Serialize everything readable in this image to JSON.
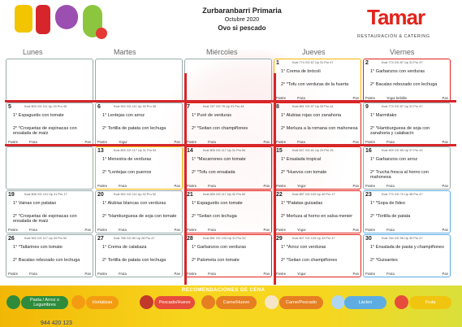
{
  "header": {
    "school": "Zurbaranbarri Primaria",
    "month": "Octubre 2020",
    "menu_type": "Ovo si pescado"
  },
  "brand": {
    "name": "Tamar",
    "tagline": "RESTAURACIÓN & CATERING",
    "color": "#e2231a"
  },
  "days": [
    "Lunes",
    "Martes",
    "Miércoles",
    "Jueves",
    "Viernes"
  ],
  "entries": [
    {
      "day": "1",
      "nutrition": "Kcal 774  GG 87  Up 31  Pro 47",
      "first": "1° Crema de brócoli",
      "second": "2° *Tofu con verduras de la huerta",
      "foot": [
        "Postre",
        "Fruta",
        "Pan"
      ]
    },
    {
      "day": "2",
      "nutrition": "Kcal 774  GG 87  Up 31  Pro 47",
      "first": "1° Garbanzos con verduras",
      "second": "2° Bacalao rebozado con lechuga",
      "foot": [
        "Postre",
        "Yogur bebible",
        "Pan"
      ]
    },
    {
      "day": "5",
      "nutrition": "Kcal 809  GG 111  Up 33  Pro 45",
      "first": "1° Espaguetis con tomate",
      "second": "2° *Croquetas de espinacas con ensalada de maíz",
      "foot": [
        "Postre",
        "Fruta",
        "Pan"
      ]
    },
    {
      "day": "6",
      "nutrition": "Kcal 902  GG 111  Up 30  Pro 38",
      "first": "1° Lentejas con arroz",
      "second": "2° Tortilla de patata con lechuga",
      "foot": [
        "Postre",
        "Yogur",
        "Pan"
      ]
    },
    {
      "day": "7",
      "nutrition": "Kcal 767  GG 76  Up 31  Pro 44",
      "first": "1° Puré de verduras",
      "second": "2° *Seitan con champiñones",
      "foot": [
        "Postre",
        "Fruta",
        "Pan"
      ]
    },
    {
      "day": "8",
      "nutrition": "Kcal 851  GG 97  Up 33  Pro 44",
      "first": "1° Alubias rojas con zanahoria",
      "second": "2° Merluza a la romana con mahonesa",
      "foot": [
        "Postre",
        "Fruta",
        "Pan"
      ]
    },
    {
      "day": "9",
      "nutrition": "Kcal 774  GG 87  Up 31  Pro 47",
      "first": "1° Marmitako",
      "second": "2° *Hamburguesa de soja con zanahoria y calabacín",
      "foot": [
        "Postre",
        "Fruta",
        "Pan"
      ]
    },
    {
      "day": "13",
      "nutrition": "Kcal 805  GG 117  Up 31  Pro 54",
      "first": "1° Menestra de verduras",
      "second": "2° *Lentejas con puerros",
      "foot": [
        "Postre",
        "Fruta",
        "Pan"
      ]
    },
    {
      "day": "14",
      "nutrition": "Kcal 805  GG 117  Up 31  Pro 54",
      "first": "1° *Macarrones con tomate",
      "second": "2° *Tofu con ensalada",
      "foot": [
        "Postre",
        "Fruta",
        "Pan"
      ]
    },
    {
      "day": "15",
      "nutrition": "Kcal 627  GG 81  Up 23  Pro 25",
      "first": "1° Ensalada tropical",
      "second": "2° *Huevos con tomate",
      "foot": [
        "Postre",
        "Yogur",
        "Pan"
      ]
    },
    {
      "day": "16",
      "nutrition": "Kcal 909  GG 89  Up 37  Pro 43",
      "first": "1° Garbanzos con arroz",
      "second": "2° Trucha fresca al horno con mahonesa",
      "foot": [
        "Postre",
        "Fruta",
        "Pan"
      ]
    },
    {
      "day": "19",
      "nutrition": "Kcal 808  GG 101  Up 31  Pro 17",
      "first": "1° Vainas con patatas",
      "second": "2° *Croquetas de espinacas con ensalada de maíz",
      "foot": [
        "Postre",
        "Fruta",
        "Pan"
      ]
    },
    {
      "day": "20",
      "nutrition": "Kcal 902  GG 111  Up 32  Pro 52",
      "first": "1° Alubias blancas con verduras",
      "second": "2° *Hamburguesa de soja con tomate",
      "foot": [
        "Postre",
        "Fruta",
        "Pan"
      ]
    },
    {
      "day": "21",
      "nutrition": "Kcal 839  GG 117  Up 32  Pro 52",
      "first": "1° Espaguetis con tomate",
      "second": "2° *Seitan con lechuga",
      "foot": [
        "Postre",
        "Fruta",
        "Pan"
      ]
    },
    {
      "day": "22",
      "nutrition": "Kcal 857  GG 102  Up 40  Pro 17",
      "first": "1° *Patatas guisadas",
      "second": "2° Merluza al horno en salsa menier",
      "foot": [
        "Postre",
        "Yogur",
        "Pan"
      ]
    },
    {
      "day": "23",
      "nutrition": "Kcal 773  GG 70  Up 38  Pro 47",
      "first": "1° *Sopa de fideo",
      "second": "2° *Tortilla de patata",
      "foot": [
        "Postre",
        "Fruta",
        "Pan"
      ]
    },
    {
      "day": "26",
      "nutrition": "Kcal 902  GG 117  Up 33  Pro 52",
      "first": "1° *Tallarines con tomate",
      "second": "2° Bacalao rebozado con lechuga",
      "foot": [
        "Postre",
        "Fruta",
        "Pan"
      ]
    },
    {
      "day": "27",
      "nutrition": "Kcal 786  GG 80  Up 28  Pro 47",
      "first": "1° Crema de calabaza",
      "second": "2° Tortilla de patata con lechuga",
      "foot": [
        "Postre",
        "Fruta",
        "Pan"
      ]
    },
    {
      "day": "28",
      "nutrition": "Kcal 851  GG 103  Up 31  Pro 52",
      "first": "1° Garbanzos con verduras",
      "second": "2° Palometa con tomate",
      "foot": [
        "Postre",
        "Fruta",
        "Pan"
      ]
    },
    {
      "day": "29",
      "nutrition": "Kcal 807  GG 103  Up 33  Pro 47",
      "first": "1° *Arroz con verduras",
      "second": "2° *Seitan con champiñones",
      "foot": [
        "Postre",
        "Yogur",
        "Pan"
      ]
    },
    {
      "day": "30",
      "nutrition": "Kcal 784  GG 96  Up 30  Pro 47",
      "first": "1° Ensalada de pasta y champiñones",
      "second": "2° *Guisantes",
      "foot": [
        "Postre",
        "Fruta",
        "Pan"
      ]
    }
  ],
  "legend": {
    "title": "RECOMENDACIONES DE CENA",
    "items": [
      "Pasta / Arroz o Legumbres",
      "Hortalizas",
      "Pescado/Huevo",
      "Carne/Huevo",
      "Carne/Pescado",
      "Lácteo",
      "Fruta"
    ],
    "colors": [
      "#2e8b3c",
      "#f39c12",
      "#e74c3c",
      "#e67e22",
      "#e67e22",
      "#5dade2",
      "#f1c40f"
    ]
  },
  "footer_phone": "944 420 123"
}
